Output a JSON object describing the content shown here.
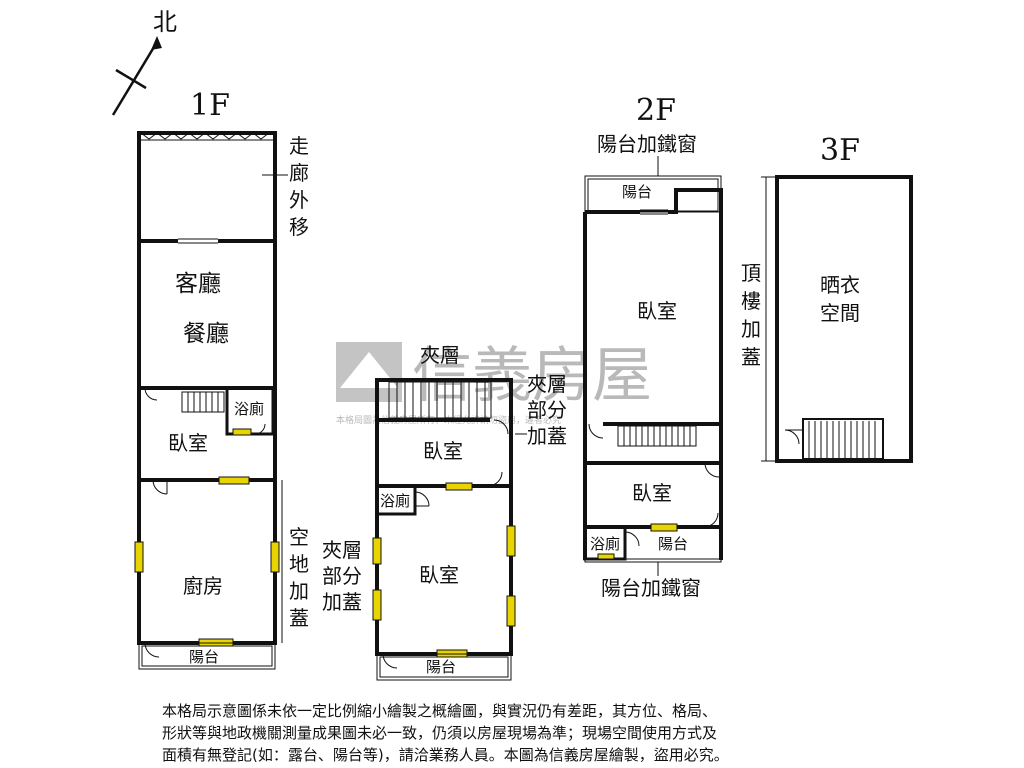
{
  "compass": {
    "north_label": "北"
  },
  "floors": {
    "f1": {
      "label": "1F",
      "rooms": {
        "living": "客廳",
        "dining": "餐廳",
        "bath": "浴廁",
        "bedroom": "臥室",
        "kitchen": "廚房",
        "balcony": "陽台"
      },
      "notes": {
        "corridor": [
          "走",
          "廊",
          "外",
          "移"
        ],
        "vacant": [
          "空",
          "地",
          "加",
          "蓋"
        ]
      }
    },
    "mezz": {
      "label": "夾層",
      "rooms": {
        "bedroom_top": "臥室",
        "bath": "浴廁",
        "bedroom_main": "臥室",
        "balcony": "陽台"
      },
      "notes": {
        "right": [
          "夾層",
          "部分",
          "加蓋"
        ],
        "left": [
          "夾層",
          "部分",
          "加蓋"
        ]
      }
    },
    "f2": {
      "label": "2F",
      "top_note": "陽台加鐵窗",
      "bottom_note": "陽台加鐵窗",
      "rooms": {
        "balcony_top": "陽台",
        "bedroom_main": "臥室",
        "bedroom_small": "臥室",
        "bath": "浴廁",
        "balcony_bottom": "陽台"
      }
    },
    "f3": {
      "label": "3F",
      "note": [
        "頂",
        "樓",
        "加",
        "蓋"
      ],
      "rooms": {
        "drying": [
          "晒衣",
          "空間"
        ]
      }
    }
  },
  "watermark": {
    "brand": "信義房屋",
    "tagline": "本格局圖為信義房屋所有，未經允許請勿盜用，違者必究"
  },
  "disclaimer": [
    "本格局示意圖係未依一定比例縮小繪製之概繪圖，與實況仍有差距，其方位、格局、",
    "形狀等與地政機關測量成果圖未必一致，仍須以房屋現場為準；現場空間使用方式及",
    "面積有無登記(如：露台、陽台等)，請洽業務人員。本圖為信義房屋繪製，盜用必究。"
  ],
  "colors": {
    "wall": "#111111",
    "window": "#e8d400",
    "watermark": "#b9b9b9"
  }
}
